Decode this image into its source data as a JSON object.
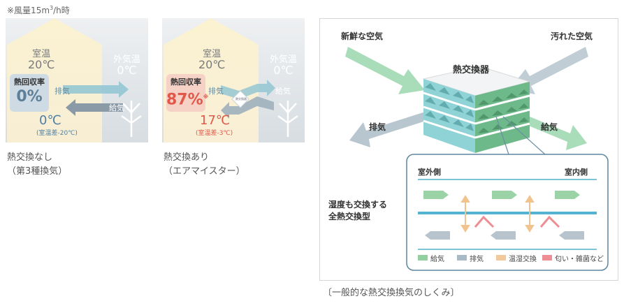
{
  "note": {
    "text": "※風量15m",
    "sup": "3",
    "suffix": "/h時"
  },
  "panel1": {
    "room_temp_label": "室温",
    "room_temp_value": "20℃",
    "outside_temp_label": "外気温",
    "outside_temp_value": "0℃",
    "recovery_title": "熱回収率",
    "recovery_value": "0%",
    "exhaust_label": "排気",
    "supply_label": "給気",
    "supply_temp": "0℃",
    "temp_diff": "(室温差-20℃)",
    "caption_line1": "熱交換なし",
    "caption_line2": "（第3種換気）"
  },
  "panel2": {
    "room_temp_label": "室温",
    "room_temp_value": "20℃",
    "outside_temp_label": "外気温",
    "outside_temp_value": "0℃",
    "recovery_title": "熱回収率",
    "recovery_value": "87%",
    "recovery_mark": "※",
    "exhaust_label": "排気",
    "supply_label": "給気",
    "exchanger_label": "熱交換器",
    "supply_temp": "17℃",
    "temp_diff": "(室温差-3℃)",
    "caption_line1": "熱交換あり",
    "caption_line2": "（エアマイスター）"
  },
  "diagram": {
    "fresh_air": "新鮮な空気",
    "dirty_air": "汚れた空気",
    "exchanger": "熱交換器",
    "exhaust": "排気",
    "supply": "給気",
    "outdoor_side": "室外側",
    "indoor_side": "室内側",
    "type_line1": "湿度も交換する",
    "type_line2": "全熱交換型",
    "legend": [
      {
        "label": "給気",
        "color": "#93cf9f"
      },
      {
        "label": "排気",
        "color": "#a7bac6"
      },
      {
        "label": "温湿交換",
        "color": "#f3c89a"
      },
      {
        "label": "匂い・雑菌など",
        "color": "#ee8d93"
      }
    ],
    "caption": "〔一般的な熱交換換気のしくみ〕"
  }
}
